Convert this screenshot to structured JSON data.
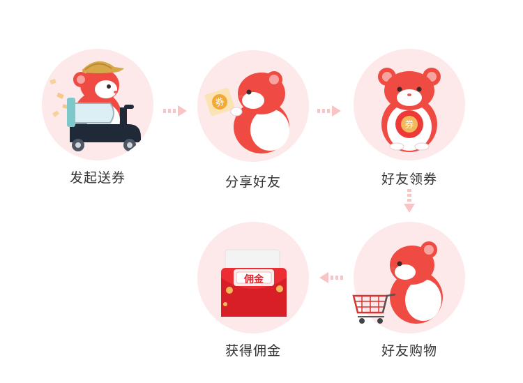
{
  "steps": [
    {
      "label": "发起送券",
      "icon": "hamster-scooter-icon"
    },
    {
      "label": "分享好友",
      "icon": "hamster-share-coupon-icon"
    },
    {
      "label": "好友领券",
      "icon": "hamster-hold-coupon-icon"
    },
    {
      "label": "好友购物",
      "icon": "hamster-shopping-cart-icon"
    },
    {
      "label": "获得佣金",
      "icon": "red-envelope-icon"
    }
  ],
  "coupon_glyph": "券",
  "envelope_text": "佣金",
  "colors": {
    "brand_red": "#ef3b36",
    "circle_bg": "#fde8ea",
    "arrow": "#f9c4c6"
  }
}
